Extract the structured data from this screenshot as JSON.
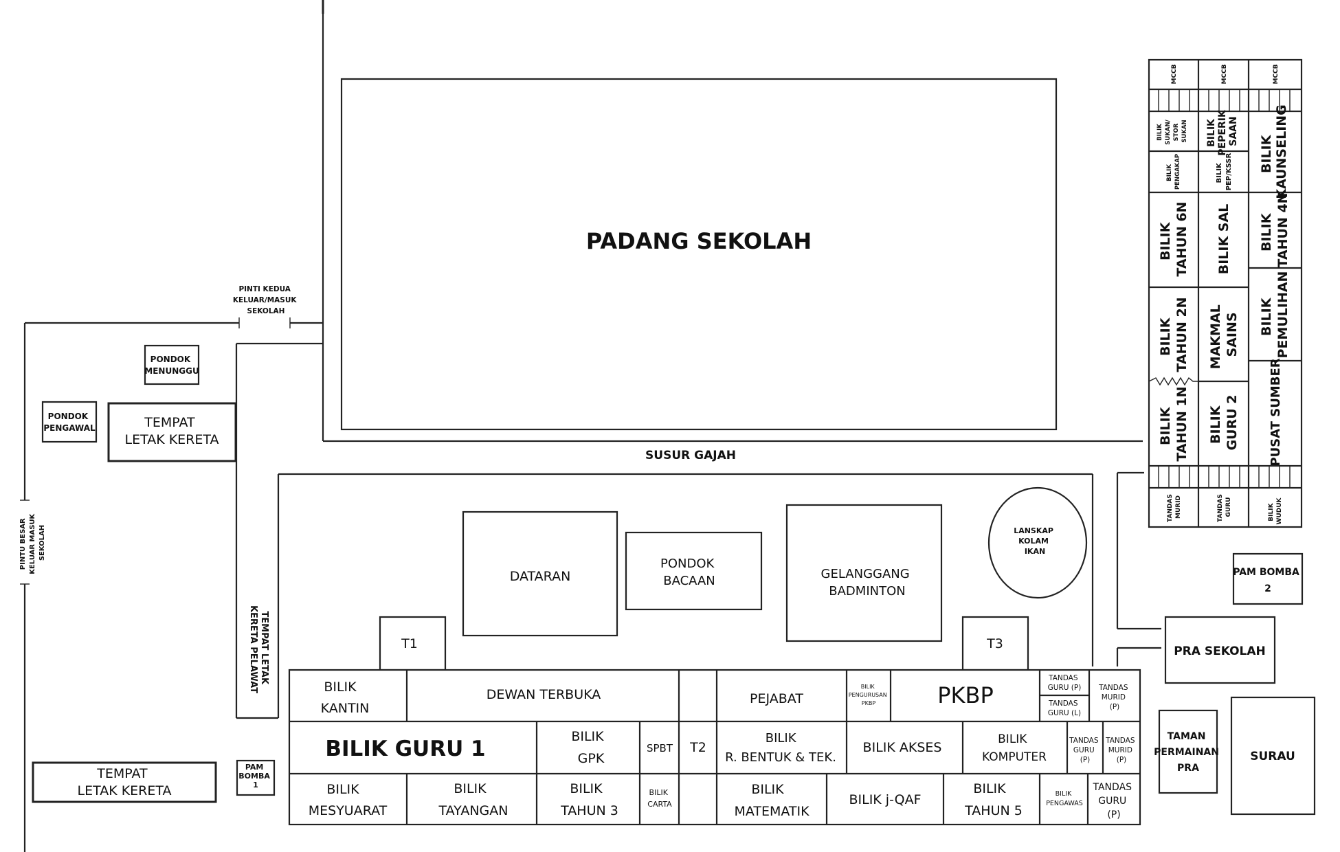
{
  "labels": {
    "padang": "PADANG SEKOLAH",
    "pinti_kedua": [
      "PINTI KEDUA",
      "KELUAR/MASUK",
      "SEKOLAH"
    ],
    "pintu_besar": [
      "PINTU BESAR",
      "KELUAR MASUK",
      "SEKOLAH"
    ],
    "pondok_menunggu": [
      "PONDOK",
      "MENUNGGU"
    ],
    "pondok_pengawal": [
      "PONDOK",
      "PENGAWAL"
    ],
    "tempat_letak_kereta": [
      "TEMPAT",
      "LETAK KERETA"
    ],
    "tempat_letak_kereta_2": [
      "TEMPAT",
      "LETAK KERETA"
    ],
    "tempat_kereta_pelawat": [
      "TEMPAT LETAK",
      "KERETA PELAWAT"
    ],
    "pam_bomba_1": [
      "PAM",
      "BOMBA",
      "1"
    ],
    "pam_bomba_2": [
      "PAM BOMBA",
      "2"
    ],
    "susur_gajah": "SUSUR GAJAH",
    "dataran": "DATARAN",
    "pondok_bacaan": [
      "PONDOK",
      "BACAAN"
    ],
    "gelanggang": [
      "GELANGGANG",
      "BADMINTON"
    ],
    "lanskap": [
      "LANSKAP",
      "KOLAM",
      "IKAN"
    ],
    "t1": "T1",
    "t2": "T2",
    "t3": "T3",
    "bilik_kantin": [
      "BILIK",
      "KANTIN"
    ],
    "dewan_terbuka": "DEWAN TERBUKA",
    "pejabat": "PEJABAT",
    "bilik_pengurusan": [
      "BILIK",
      "PENGURUSAN",
      "PKBP"
    ],
    "pkbp": "PKBP",
    "tandas_guru_p1": [
      "TANDAS",
      "GURU (P)"
    ],
    "tandas_guru_l": [
      "TANDAS",
      "GURU (L)"
    ],
    "tandas_murid_p1": [
      "TANDAS",
      "MURID",
      "(P)"
    ],
    "bilik_guru_1": "BILIK GURU 1",
    "bilik_gpk": [
      "BILIK",
      "GPK"
    ],
    "spbt": "SPBT",
    "bilik_rbentuk": [
      "BILIK",
      "R. BENTUK & TEK."
    ],
    "bilik_akses": "BILIK AKSES",
    "bilik_komputer": [
      "BILIK",
      "KOMPUTER"
    ],
    "tandas_guru_p2": [
      "TANDAS",
      "GURU",
      "(P)"
    ],
    "tandas_murid_p2": [
      "TANDAS",
      "MURID",
      "(P)"
    ],
    "bilik_mesyuarat": [
      "BILIK",
      "MESYUARAT"
    ],
    "bilik_tayangan": [
      "BILIK",
      "TAYANGAN"
    ],
    "bilik_tahun3": [
      "BILIK",
      "TAHUN 3"
    ],
    "bilik_carta": [
      "BILIK",
      "CARTA"
    ],
    "bilik_matematik": [
      "BILIK",
      "MATEMATIK"
    ],
    "bilik_jqaf": "BILIK j-QAF",
    "bilik_tahun5": [
      "BILIK",
      "TAHUN 5"
    ],
    "bilik_pengawas": [
      "BILIK",
      "PENGAWAS"
    ],
    "tandas_guru_p3": [
      "TANDAS",
      "GURU",
      "(P)"
    ],
    "pra_sekolah": "PRA SEKOLAH",
    "taman_permainan": [
      "TAMAN",
      "PERMAINAN",
      "PRA"
    ],
    "surau": "SURAU",
    "mccb": "MCCB",
    "bilik_sukan": [
      "BILIK",
      "SUKAN/",
      "STOR",
      "SUKAN"
    ],
    "bilik_peperiksaan": [
      "BILIK",
      "PEPERIK",
      "SAAN"
    ],
    "bilik_kaunseling": [
      "BILIK",
      "KAUNSELING"
    ],
    "bilik_pengakap": [
      "BILIK",
      "PENGAKAP"
    ],
    "bilik_pep": [
      "BILIK",
      "PEP/KSSR"
    ],
    "bilik_tahun6n": [
      "BILIK",
      "TAHUN 6N"
    ],
    "bilik_sal": "BILIK SAL",
    "bilik_tahun4n": [
      "BILIK",
      "TAHUN 4N"
    ],
    "bilik_tahun2n": [
      "BILIK",
      "TAHUN 2N"
    ],
    "makmal_sains": [
      "MAKMAL",
      "SAINS"
    ],
    "bilik_pemulihan": [
      "BILIK",
      "PEMULIHAN"
    ],
    "bilik_tahun1n": [
      "BILIK",
      "TAHUN 1N"
    ],
    "bilik_guru2": [
      "BILIK",
      "GURU 2"
    ],
    "pusat_sumber": "PUSAT SUMBER",
    "tandas_murid_v": [
      "TANDAS",
      "MURID"
    ],
    "tandas_guru_v": [
      "TANDAS",
      "GURU"
    ],
    "bilik_wuduk": [
      "BILIK",
      "WUDUK"
    ]
  }
}
